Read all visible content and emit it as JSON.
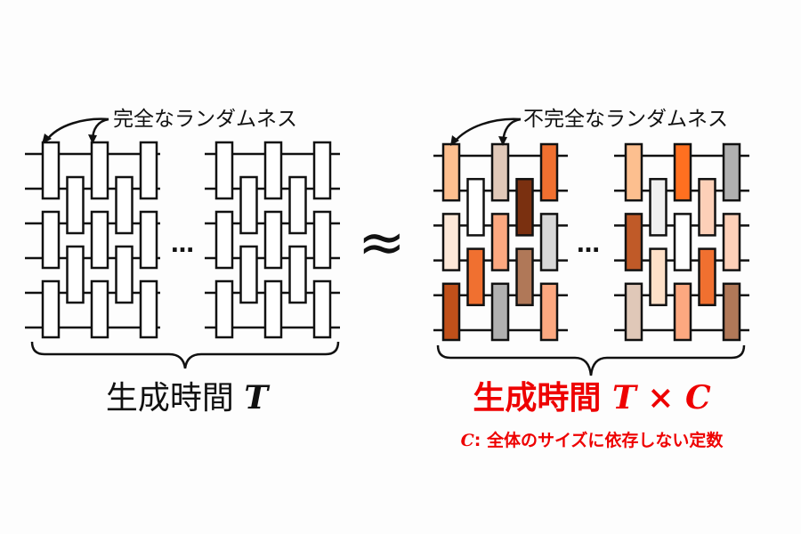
{
  "left": {
    "annotation": "完全なランダムネス",
    "time_label": "生成時間",
    "time_var": "T",
    "blocks": [
      {
        "gate_colors": [
          [
            "#ffffff",
            "#ffffff",
            "#ffffff"
          ],
          [
            "#ffffff",
            "#ffffff"
          ],
          [
            "#ffffff",
            "#ffffff",
            "#ffffff"
          ],
          [
            "#ffffff",
            "#ffffff"
          ],
          [
            "#ffffff",
            "#ffffff",
            "#ffffff"
          ]
        ]
      },
      {
        "gate_colors": [
          [
            "#ffffff",
            "#ffffff",
            "#ffffff"
          ],
          [
            "#ffffff",
            "#ffffff"
          ],
          [
            "#ffffff",
            "#ffffff",
            "#ffffff"
          ],
          [
            "#ffffff",
            "#ffffff"
          ],
          [
            "#ffffff",
            "#ffffff",
            "#ffffff"
          ]
        ]
      }
    ]
  },
  "right": {
    "annotation": "不完全なランダムネス",
    "time_label": "生成時間",
    "time_expr": "T × C",
    "note_var": "C",
    "note_text": ": 全体のサイズに依存しない定数",
    "blocks": [
      {
        "gate_colors": [
          [
            "#fdbf8f",
            "#fde8d8",
            "#c0501a"
          ],
          [
            "#ffffff",
            "#f07030"
          ],
          [
            "#e0c8b8",
            "#fca880",
            "#b0b0b0"
          ],
          [
            "#7a3010",
            "#b07858"
          ],
          [
            "#f07030",
            "#d8d8d8",
            "#fca880"
          ]
        ]
      },
      {
        "gate_colors": [
          [
            "#fdbf8f",
            "#c05a28",
            "#e0c8b8"
          ],
          [
            "#f0f0f0",
            "#fde0c8"
          ],
          [
            "#ff7020",
            "#ffffff",
            "#fca880"
          ],
          [
            "#fdd0b8",
            "#f07030"
          ],
          [
            "#b0b0b0",
            "#fdd0b8",
            "#b07858"
          ]
        ]
      }
    ]
  },
  "ellipsis": "…",
  "approx_symbol": "≈",
  "colors": {
    "accent_red": "#ee0000",
    "stroke": "#111111"
  }
}
